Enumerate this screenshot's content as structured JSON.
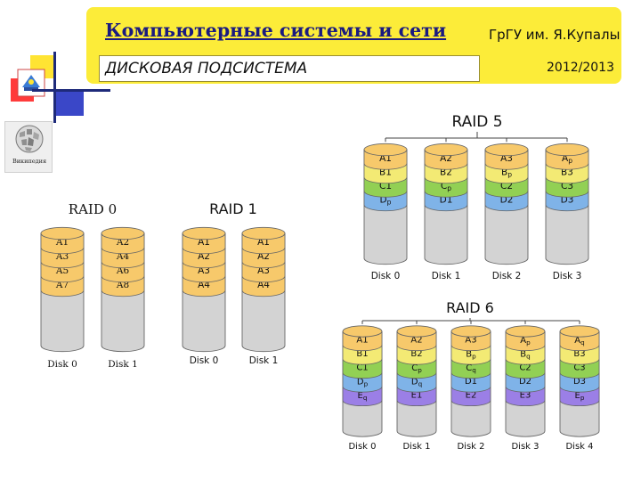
{
  "header": {
    "title": "Компьютерные системы и сети",
    "org": "ГрГУ им. Я.Купалы",
    "subtitle": "ДИСКОВАЯ ПОДСИСТЕМА",
    "year": "2012/2013"
  },
  "wiki_logo": {
    "text": "Википедия"
  },
  "colors": {
    "header_yellow": "#fcec39",
    "block_orange": "#f7c96b",
    "block_yellow": "#f3ea74",
    "block_green": "#92d054",
    "block_blue": "#7fb3e8",
    "block_purple": "#9b7fe6",
    "disk_gray": "#d3d3d3"
  },
  "raid0": {
    "title": "RAID 0",
    "disks": [
      {
        "label": "Disk 0",
        "blocks": [
          "A1",
          "A3",
          "A5",
          "A7"
        ]
      },
      {
        "label": "Disk 1",
        "blocks": [
          "A2",
          "A4",
          "A6",
          "A8"
        ]
      }
    ]
  },
  "raid1": {
    "title": "RAID 1",
    "disks": [
      {
        "label": "Disk 0",
        "blocks": [
          "A1",
          "A2",
          "A3",
          "A4"
        ]
      },
      {
        "label": "Disk 1",
        "blocks": [
          "A1",
          "A2",
          "A3",
          "A4"
        ]
      }
    ]
  },
  "raid5": {
    "title": "RAID 5",
    "row_colors": [
      "orange",
      "yellow",
      "green",
      "blue"
    ],
    "disks": [
      {
        "label": "Disk 0",
        "blocks": [
          "A1",
          "B1",
          "C1",
          "Dp"
        ]
      },
      {
        "label": "Disk 1",
        "blocks": [
          "A2",
          "B2",
          "Cp",
          "D1"
        ]
      },
      {
        "label": "Disk 2",
        "blocks": [
          "A3",
          "Bp",
          "C2",
          "D2"
        ]
      },
      {
        "label": "Disk 3",
        "blocks": [
          "Ap",
          "B3",
          "C3",
          "D3"
        ]
      }
    ]
  },
  "raid6": {
    "title": "RAID 6",
    "row_colors": [
      "orange",
      "yellow",
      "green",
      "blue",
      "purple"
    ],
    "disks": [
      {
        "label": "Disk 0",
        "blocks": [
          "A1",
          "B1",
          "C1",
          "Dp",
          "Eq"
        ]
      },
      {
        "label": "Disk 1",
        "blocks": [
          "A2",
          "B2",
          "Cp",
          "Dq",
          "E1"
        ]
      },
      {
        "label": "Disk 2",
        "blocks": [
          "A3",
          "Bp",
          "Cq",
          "D1",
          "E2"
        ]
      },
      {
        "label": "Disk 3",
        "blocks": [
          "Ap",
          "Bq",
          "C2",
          "D2",
          "E3"
        ]
      },
      {
        "label": "Disk 4",
        "blocks": [
          "Aq",
          "B3",
          "C3",
          "D3",
          "Ep"
        ]
      }
    ]
  }
}
